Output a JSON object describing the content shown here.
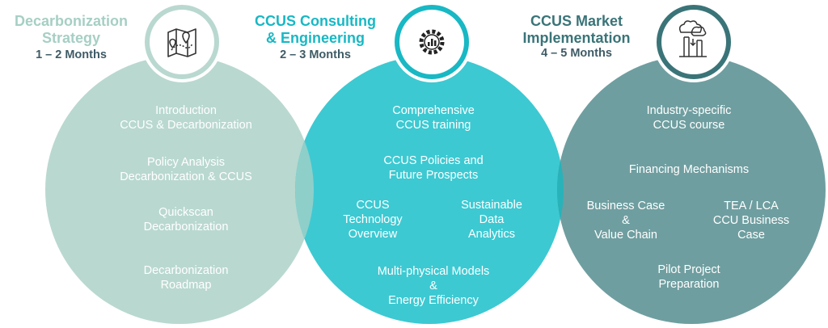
{
  "colors": {
    "circle1": "#b9d8d0",
    "circle2": "#3cc9d2",
    "circle3": "#6f9ea0",
    "overlap12": "#8ecfca",
    "overlap23": "#27b3b9",
    "title1": "#a6cfc4",
    "title2": "#18b8c4",
    "title3": "#3a7478",
    "duration": "#3e5b66"
  },
  "phases": [
    {
      "title": "Decarbonization\nStrategy",
      "duration": "1 – 2 Months",
      "icon": "roadmap-pins-icon",
      "items": [
        "Introduction\nCCUS & Decarbonization",
        "Policy Analysis\nDecarbonization & CCUS",
        "Quickscan\nDecarbonization",
        "Decarbonization\nRoadmap"
      ]
    },
    {
      "title": "CCUS Consulting\n& Engineering",
      "duration": "2 – 3 Months",
      "icon": "gear-analytics-icon",
      "items": [
        "Comprehensive\nCCUS training",
        "CCUS Policies and\nFuture Prospects",
        "CCUS\nTechnology\nOverview",
        "Sustainable\nData\nAnalytics",
        "Multi-physical Models\n&\nEnergy Efficiency"
      ]
    },
    {
      "title": "CCUS Market\nImplementation",
      "duration": "4 – 5 Months",
      "icon": "factory-emissions-icon",
      "items": [
        "Industry-specific\nCCUS course",
        "Financing Mechanisms",
        "Business Case\n&\nValue Chain",
        "TEA / LCA\nCCU Business\nCase",
        "Pilot Project\nPreparation"
      ]
    }
  ]
}
